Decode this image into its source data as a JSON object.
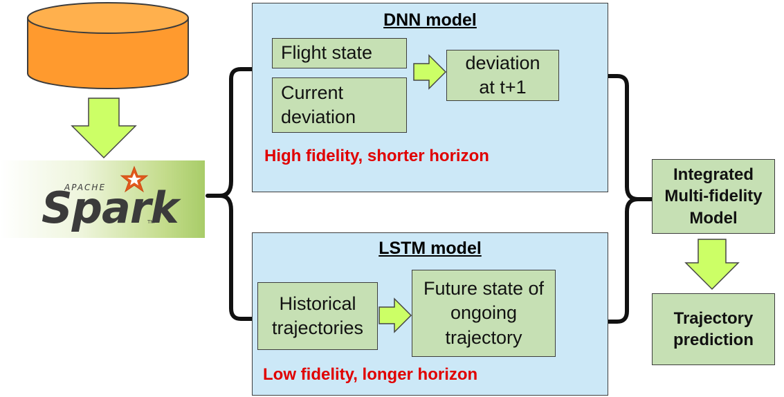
{
  "colors": {
    "panel_fill": "#cce8f7",
    "box_fill": "#c6e0b4",
    "arrow_fill": "#ccff66",
    "database_fill": "#ff9a2e",
    "note_text": "#e00000",
    "spark_star": "#e25a1c"
  },
  "icons": {
    "database": "cylinder-icon",
    "spark_logo": "apache-spark-logo",
    "arrows": "block-arrow-icon"
  },
  "spark_logo": {
    "apache": "APACHE",
    "spark": "Spark",
    "tm": "TM"
  },
  "dnn_panel": {
    "title": "DNN model",
    "flight_state": "Flight state",
    "current_deviation": "Current\ndeviation",
    "output": "deviation\nat t+1",
    "note": "High fidelity, shorter horizon"
  },
  "lstm_panel": {
    "title": "LSTM model",
    "input": "Historical\ntrajectories",
    "output": "Future state of\nongoing\ntrajectory",
    "note": "Low fidelity, longer horizon"
  },
  "integrated_box": "Integrated\nMulti-fidelity\nModel",
  "prediction_box": "Trajectory\nprediction"
}
